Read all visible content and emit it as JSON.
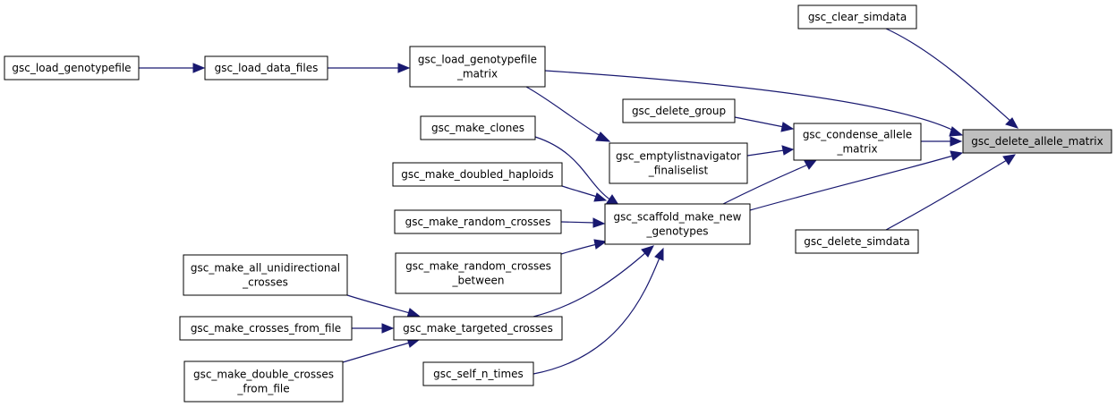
{
  "colors": {
    "edge": "#191970",
    "node_fill": "#ffffff",
    "node_stroke": "#000000",
    "highlight_fill": "#bfbfbf"
  },
  "nodes": [
    {
      "id": "delete_allele_matrix",
      "lines": [
        "gsc_delete_allele_matrix"
      ],
      "highlight": true
    },
    {
      "id": "clear_simdata",
      "lines": [
        "gsc_clear_simdata"
      ]
    },
    {
      "id": "condense_allele_matrix",
      "lines": [
        "gsc_condense_allele",
        "_matrix"
      ]
    },
    {
      "id": "delete_simdata",
      "lines": [
        "gsc_delete_simdata"
      ]
    },
    {
      "id": "load_genotypefile_matrix",
      "lines": [
        "gsc_load_genotypefile",
        "_matrix"
      ]
    },
    {
      "id": "scaffold_make_new_genotypes",
      "lines": [
        "gsc_scaffold_make_new",
        "_genotypes"
      ]
    },
    {
      "id": "delete_group",
      "lines": [
        "gsc_delete_group"
      ]
    },
    {
      "id": "emptylistnavigator_finaliselist",
      "lines": [
        "gsc_emptylistnavigator",
        "_finaliselist"
      ]
    },
    {
      "id": "load_data_files",
      "lines": [
        "gsc_load_data_files"
      ]
    },
    {
      "id": "load_genotypefile",
      "lines": [
        "gsc_load_genotypefile"
      ]
    },
    {
      "id": "make_clones",
      "lines": [
        "gsc_make_clones"
      ]
    },
    {
      "id": "make_doubled_haploids",
      "lines": [
        "gsc_make_doubled_haploids"
      ]
    },
    {
      "id": "make_random_crosses",
      "lines": [
        "gsc_make_random_crosses"
      ]
    },
    {
      "id": "make_random_crosses_between",
      "lines": [
        "gsc_make_random_crosses",
        "_between"
      ]
    },
    {
      "id": "make_targeted_crosses",
      "lines": [
        "gsc_make_targeted_crosses"
      ]
    },
    {
      "id": "self_n_times",
      "lines": [
        "gsc_self_n_times"
      ]
    },
    {
      "id": "make_all_unidirectional_crosses",
      "lines": [
        "gsc_make_all_unidirectional",
        "_crosses"
      ]
    },
    {
      "id": "make_crosses_from_file",
      "lines": [
        "gsc_make_crosses_from_file"
      ]
    },
    {
      "id": "make_double_crosses_from_file",
      "lines": [
        "gsc_make_double_crosses",
        "_from_file"
      ]
    }
  ],
  "edges": [
    {
      "from": "load_genotypefile",
      "to": "load_data_files"
    },
    {
      "from": "load_data_files",
      "to": "load_genotypefile_matrix"
    },
    {
      "from": "load_genotypefile_matrix",
      "to": "delete_allele_matrix"
    },
    {
      "from": "load_genotypefile_matrix",
      "to": "emptylistnavigator_finaliselist"
    },
    {
      "from": "clear_simdata",
      "to": "delete_allele_matrix"
    },
    {
      "from": "delete_simdata",
      "to": "delete_allele_matrix"
    },
    {
      "from": "condense_allele_matrix",
      "to": "delete_allele_matrix"
    },
    {
      "from": "scaffold_make_new_genotypes",
      "to": "delete_allele_matrix"
    },
    {
      "from": "delete_group",
      "to": "condense_allele_matrix"
    },
    {
      "from": "emptylistnavigator_finaliselist",
      "to": "condense_allele_matrix"
    },
    {
      "from": "scaffold_make_new_genotypes",
      "to": "condense_allele_matrix"
    },
    {
      "from": "make_clones",
      "to": "scaffold_make_new_genotypes"
    },
    {
      "from": "make_doubled_haploids",
      "to": "scaffold_make_new_genotypes"
    },
    {
      "from": "make_random_crosses",
      "to": "scaffold_make_new_genotypes"
    },
    {
      "from": "make_random_crosses_between",
      "to": "scaffold_make_new_genotypes"
    },
    {
      "from": "make_targeted_crosses",
      "to": "scaffold_make_new_genotypes"
    },
    {
      "from": "self_n_times",
      "to": "scaffold_make_new_genotypes"
    },
    {
      "from": "make_all_unidirectional_crosses",
      "to": "make_targeted_crosses"
    },
    {
      "from": "make_crosses_from_file",
      "to": "make_targeted_crosses"
    },
    {
      "from": "make_double_crosses_from_file",
      "to": "make_targeted_crosses"
    }
  ]
}
